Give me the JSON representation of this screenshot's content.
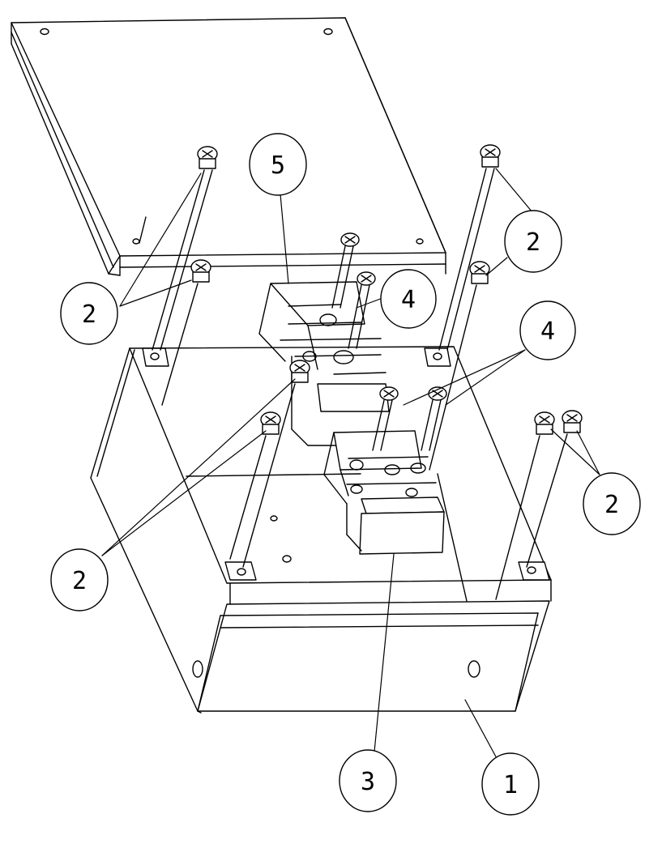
{
  "drawing": {
    "line_color": "#000000",
    "background": "#ffffff"
  },
  "callouts": [
    {
      "id": "balloon-5",
      "label": "5",
      "part": "cover-plate"
    },
    {
      "id": "balloon-4a",
      "label": "4",
      "part": "upper-bracket-screw"
    },
    {
      "id": "balloon-4b",
      "label": "4",
      "part": "lower-bracket-screws"
    },
    {
      "id": "balloon-2a",
      "label": "2",
      "part": "top-left-screws"
    },
    {
      "id": "balloon-2b",
      "label": "2",
      "part": "top-right-screws"
    },
    {
      "id": "balloon-2c",
      "label": "2",
      "part": "right-screws"
    },
    {
      "id": "balloon-2d",
      "label": "2",
      "part": "inner-left-screws"
    },
    {
      "id": "balloon-3",
      "label": "3",
      "part": "cable-clamp-block"
    },
    {
      "id": "balloon-1",
      "label": "1",
      "part": "enclosure-box"
    }
  ]
}
